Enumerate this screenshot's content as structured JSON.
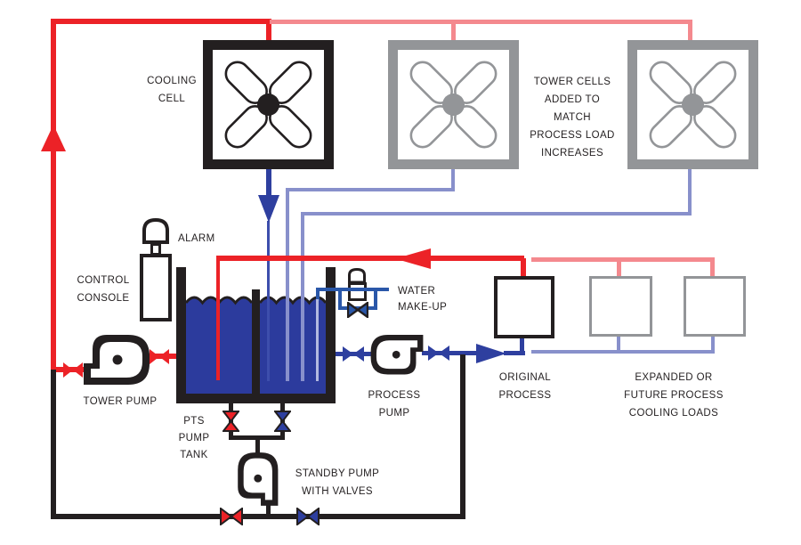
{
  "diagram": {
    "type": "process-flow-diagram",
    "subject": "Cooling tower water system with pump tank and expandable tower cells"
  },
  "labels": {
    "cooling_cell": [
      "COOLING",
      "CELL"
    ],
    "tower_cells_note": [
      "TOWER CELLS",
      "ADDED TO",
      "MATCH",
      "PROCESS LOAD",
      "INCREASES"
    ],
    "alarm": "ALARM",
    "control_console": [
      "CONTROL",
      "CONSOLE"
    ],
    "tower_pump": "TOWER PUMP",
    "pts_pump_tank": [
      "PTS",
      "PUMP",
      "TANK"
    ],
    "process_pump": [
      "PROCESS",
      "PUMP"
    ],
    "standby_pump": [
      "STANDBY PUMP",
      "WITH VALVES"
    ],
    "water_makeup": [
      "WATER",
      "MAKE-UP"
    ],
    "original_process": [
      "ORIGINAL",
      "PROCESS"
    ],
    "future_loads": [
      "EXPANDED OR",
      "FUTURE PROCESS",
      "COOLING LOADS"
    ]
  },
  "colors": {
    "hot_water": "#EC2227",
    "hot_water_future": "#F4898E",
    "cold_water": "#2E3F9F",
    "cold_water_future": "#8890CB",
    "makeup_water": "#2A57A9",
    "tank_water": "#2C3B9D",
    "equipment_black": "#231F20",
    "equipment_gray": "#939598",
    "background": "#FFFFFF"
  }
}
